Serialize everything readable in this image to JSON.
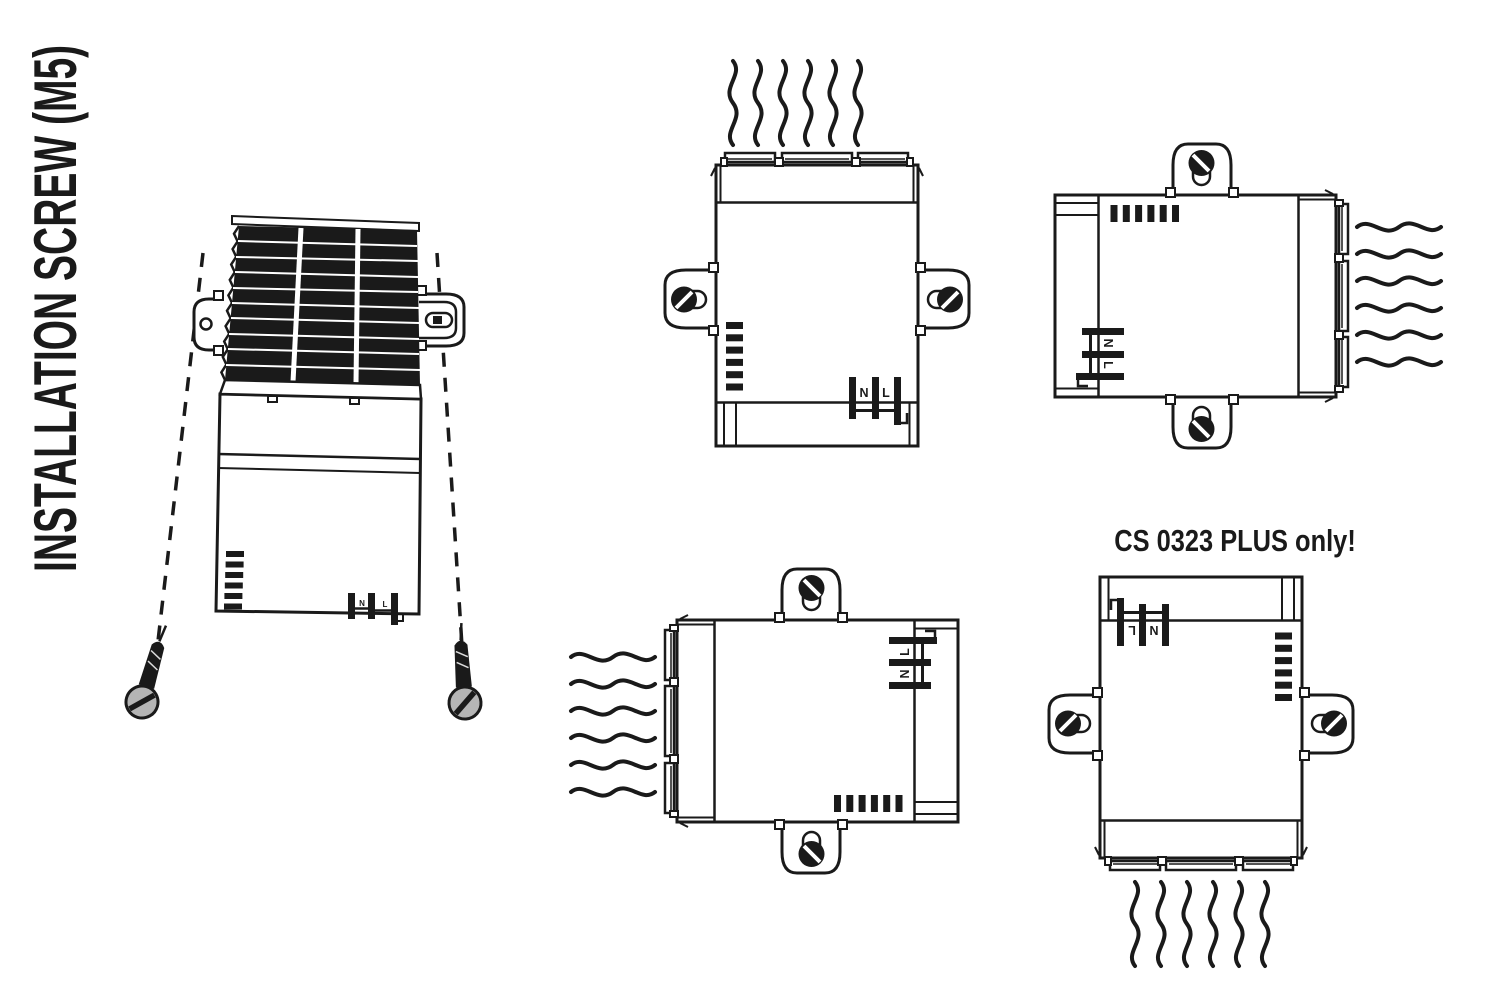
{
  "title": "INSTALLATION SCREW (M5)",
  "callout": "CS 0323 PLUS only!",
  "device": {
    "terminal": {
      "n": "N",
      "l": "L"
    }
  },
  "colors": {
    "line": "#1a1a1a",
    "background": "#ffffff",
    "screw_metal": "#b5b5b5"
  }
}
